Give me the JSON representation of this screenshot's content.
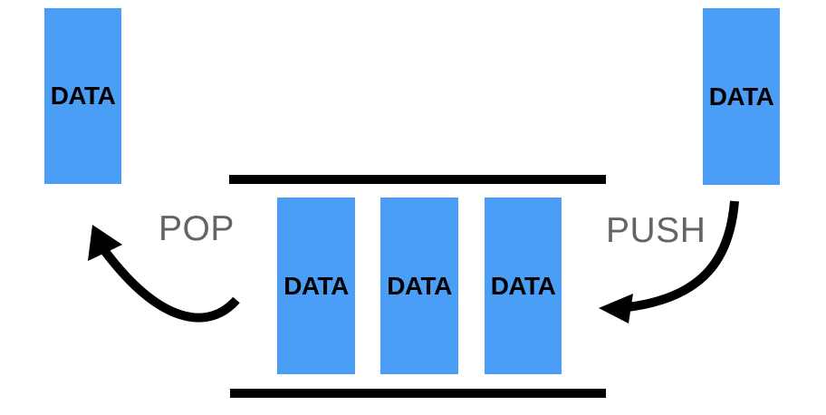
{
  "diagram": {
    "popped_block": {
      "label": "DATA"
    },
    "incoming_block": {
      "label": "DATA"
    },
    "stack": {
      "items": [
        {
          "label": "DATA"
        },
        {
          "label": "DATA"
        },
        {
          "label": "DATA"
        }
      ]
    },
    "operations": {
      "pop_label": "POP",
      "push_label": "PUSH"
    },
    "colors": {
      "block_fill": "#4a9ef5",
      "block_text": "#000000",
      "operation_label": "#646464",
      "line": "#000000",
      "background": "#ffffff"
    }
  }
}
